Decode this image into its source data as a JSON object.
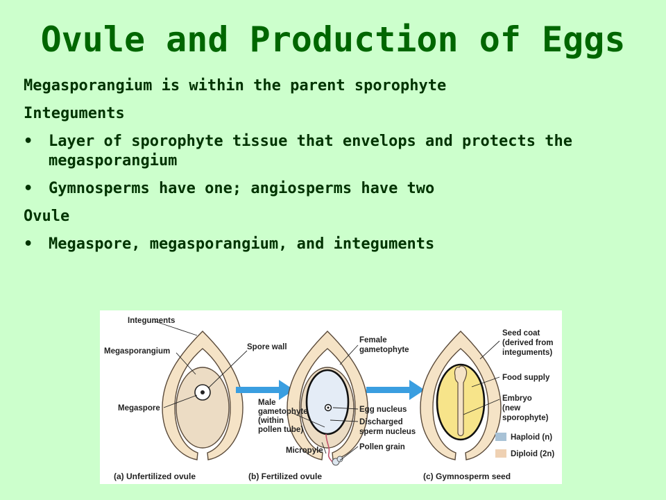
{
  "slide": {
    "title": "Ovule and Production of Eggs",
    "lines": [
      {
        "kind": "text",
        "text": "Megasporangium is within the parent sporophyte"
      },
      {
        "kind": "text",
        "text": "Integuments"
      },
      {
        "kind": "bullet",
        "text": "Layer of sporophyte tissue that envelops and protects the megasporangium"
      },
      {
        "kind": "bullet",
        "text": "Gymnosperms have one; angiosperms have two"
      },
      {
        "kind": "text",
        "text": "Ovule"
      },
      {
        "kind": "bullet",
        "text": "Megaspore, megasporangium, and integuments"
      }
    ],
    "bullet_glyph": "•"
  },
  "figure": {
    "panel_a": {
      "integuments": "Integuments",
      "megasporangium": "Megasporangium",
      "spore_wall": "Spore wall",
      "megaspore": "Megaspore",
      "caption": "(a) Unfertilized ovule"
    },
    "panel_b": {
      "female_1": "Female",
      "female_2": "gametophyte",
      "male_1": "Male",
      "male_2": "gametophyte",
      "male_3": "(within",
      "male_4": "pollen tube)",
      "egg_nucleus": "Egg nucleus",
      "discharged_1": "Discharged",
      "discharged_2": "sperm nucleus",
      "pollen_grain": "Pollen grain",
      "micropyle": "Micropyle",
      "caption": "(b) Fertilized ovule"
    },
    "panel_c": {
      "seed_coat_1": "Seed coat",
      "seed_coat_2": "(derived from",
      "seed_coat_3": "integuments)",
      "food_supply": "Food supply",
      "embryo_1": "Embryo",
      "embryo_2": "(new",
      "embryo_3": "sporophyte)",
      "caption": "(c) Gymnosperm seed"
    },
    "legend": {
      "haploid": "Haploid (n)",
      "diploid": "Diploid (2n)"
    },
    "colors": {
      "integument": "#f5e3c6",
      "outline": "#5a4a3a",
      "megasporangium": "#ecdcc4",
      "gametophyte": "#e4ecf6",
      "food_supply": "#f7e48a",
      "arrow": "#3a9ee0",
      "haploid": "#a8c2d6",
      "diploid": "#efd1b3"
    }
  }
}
